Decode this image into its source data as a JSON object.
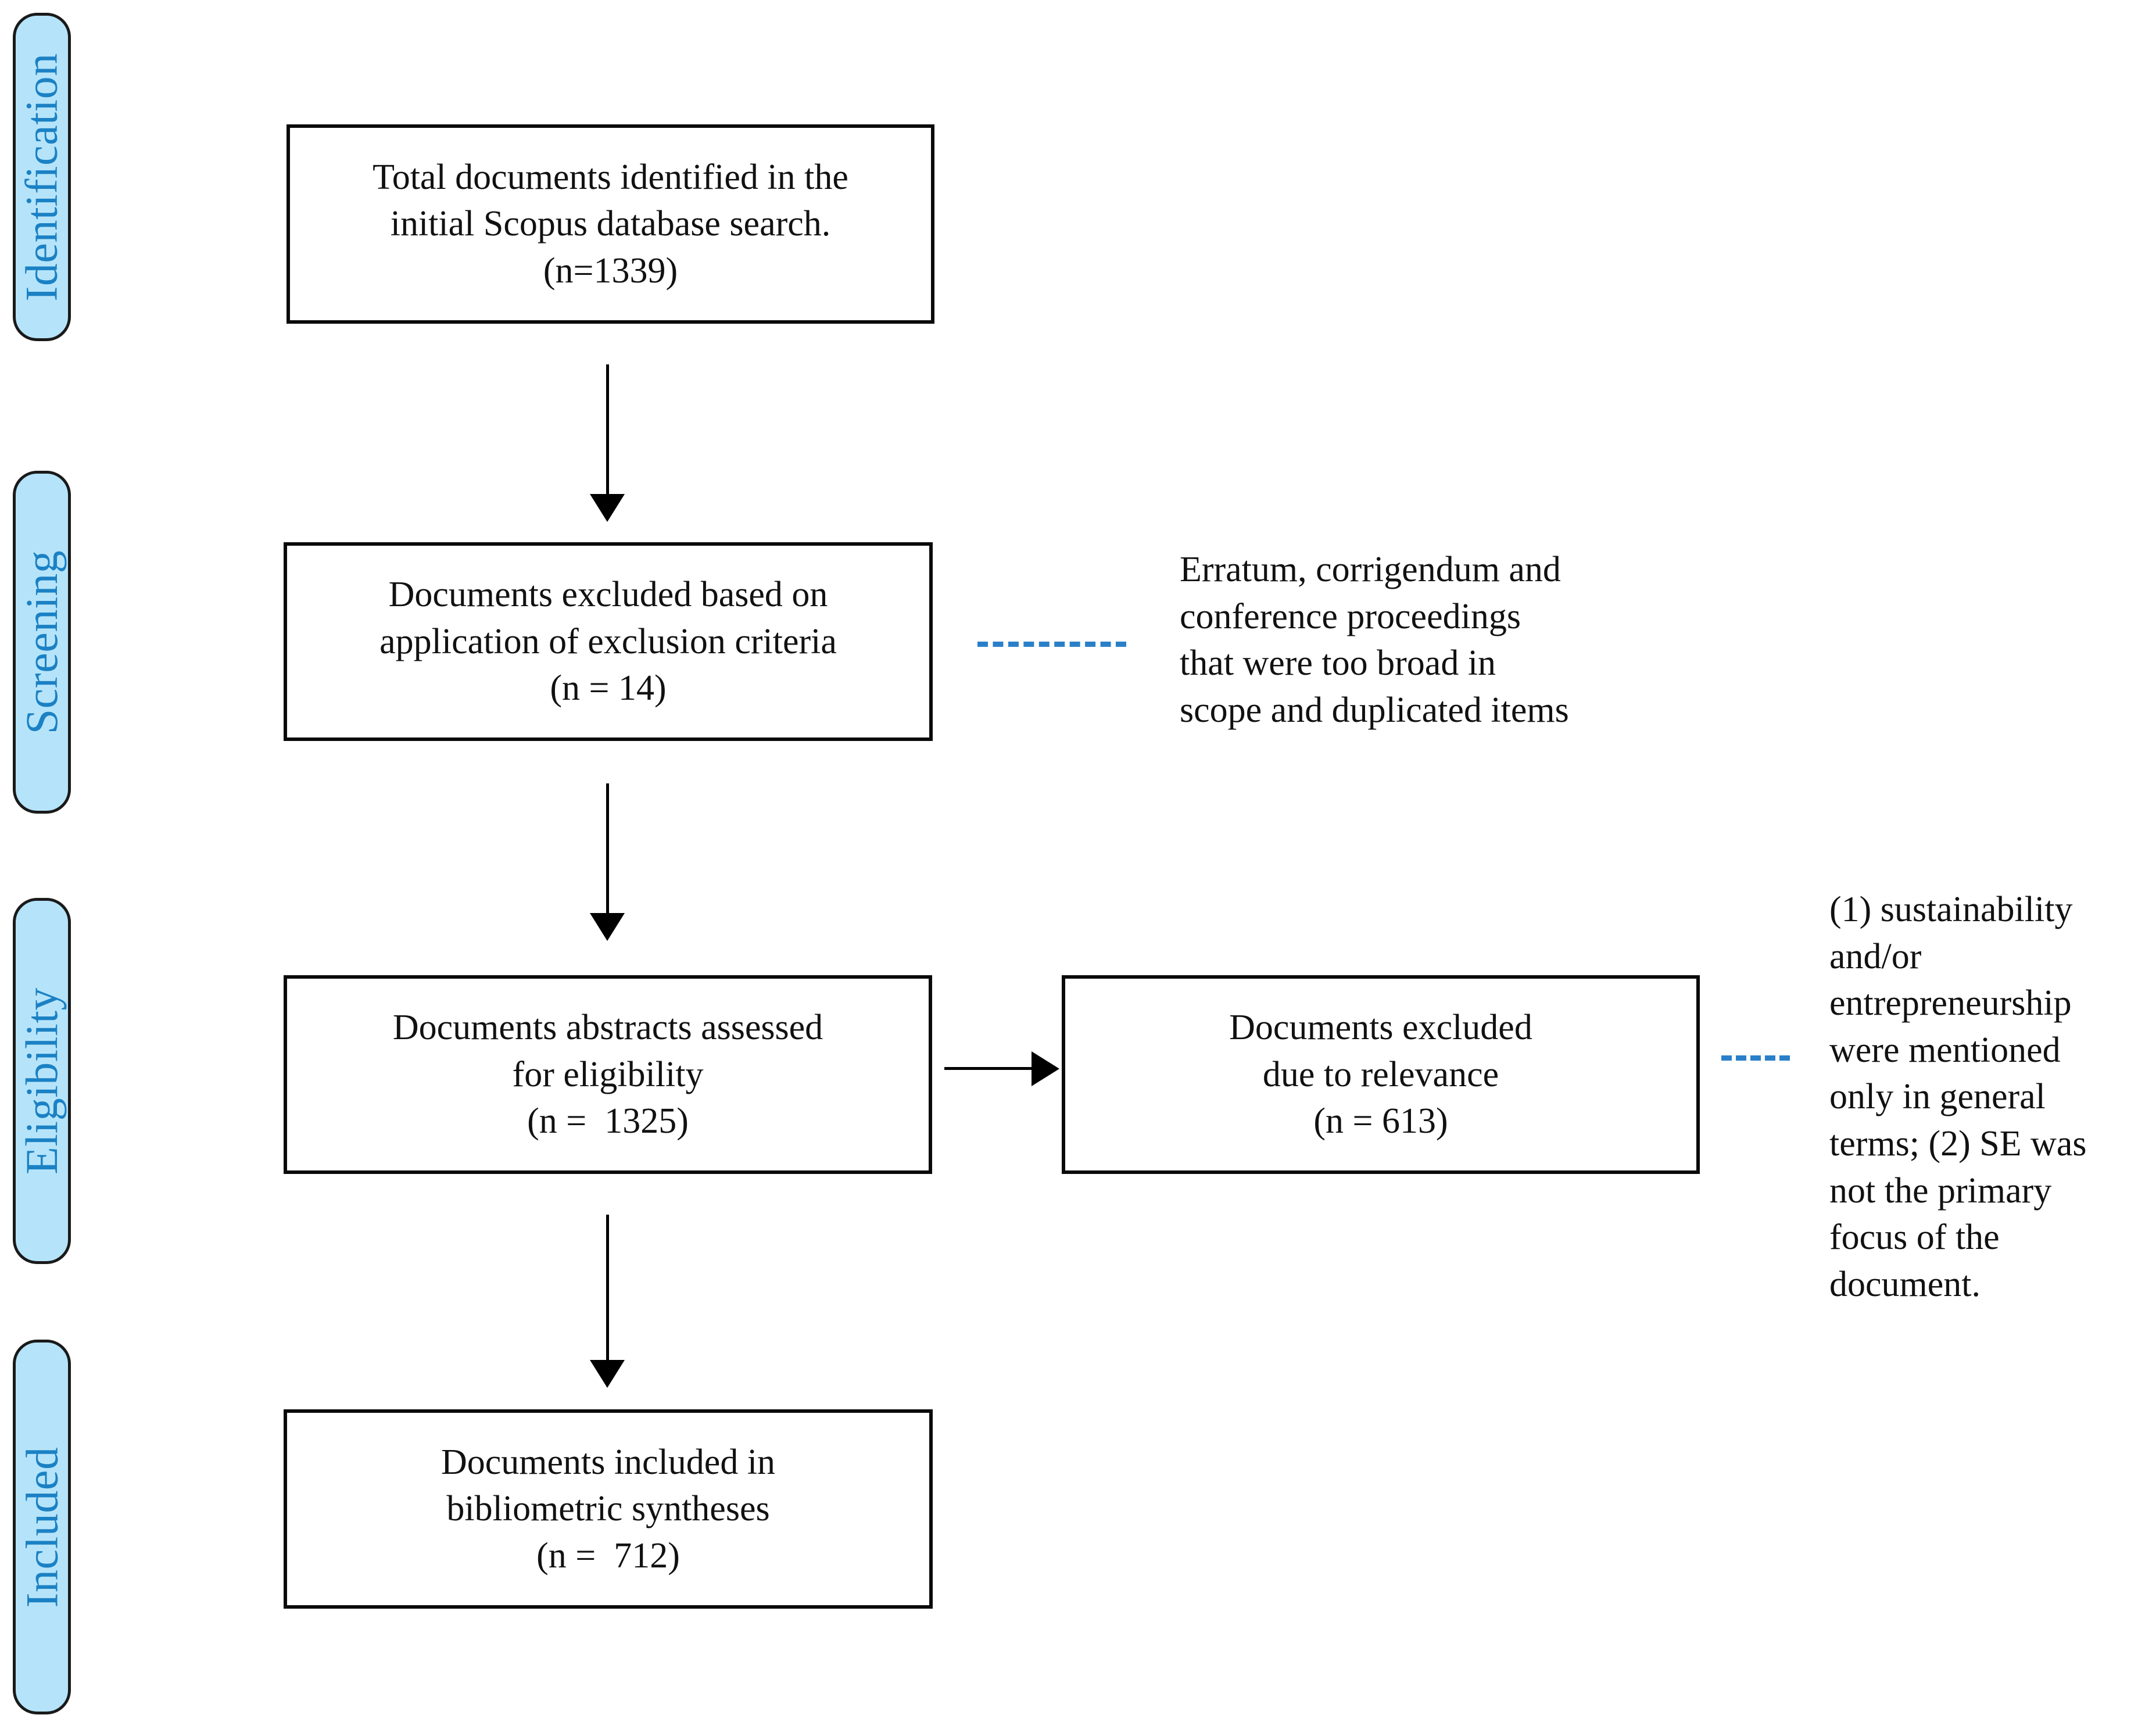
{
  "diagram": {
    "title": "PRISMA document selection flow",
    "accent_blue": "#1b81c4",
    "pill_fill": "#b5e4fa",
    "dash_color": "#2a7fc9",
    "box_border": "#0a0a0a"
  },
  "stages": [
    {
      "label": "Identification"
    },
    {
      "label": "Screening"
    },
    {
      "label": "Eligibility"
    },
    {
      "label": "Included"
    }
  ],
  "boxes": {
    "identified": {
      "line1": "Total documents identified in the",
      "line2": "initial Scopus database search.",
      "line3": "(n=1339)"
    },
    "excluded_criteria": {
      "line1": "Documents excluded based on",
      "line2": "application of exclusion criteria",
      "line3": "(n = 14)"
    },
    "abstracts_assessed": {
      "line1": "Documents abstracts assessed",
      "line2": "for eligibility",
      "line3": "(n =  1325)"
    },
    "excluded_relevance": {
      "line1": "Documents excluded",
      "line2": "due to relevance",
      "line3": "(n = 613)"
    },
    "included_syntheses": {
      "line1": "Documents included in",
      "line2": "bibliometric syntheses",
      "line3": "(n =  712)"
    }
  },
  "notes": {
    "screening_reason": "Erratum, corrigendum and\nconference proceedings\nthat were too broad in\nscope and duplicated items",
    "eligibility_reason": "(1) sustainability\nand/or\nentrepreneurship\nwere mentioned\nonly in general\nterms; (2) SE was\nnot the primary\nfocus of the\ndocument."
  },
  "connectors": {
    "arrow_identification_to_screening": "down-arrow",
    "arrow_screening_to_eligibility": "down-arrow",
    "arrow_eligibility_to_included": "down-arrow",
    "arrow_assessed_to_excluded": "right-arrow",
    "dashed_screening_note": "dashed-connector",
    "dashed_eligibility_note": "dashed-connector"
  }
}
